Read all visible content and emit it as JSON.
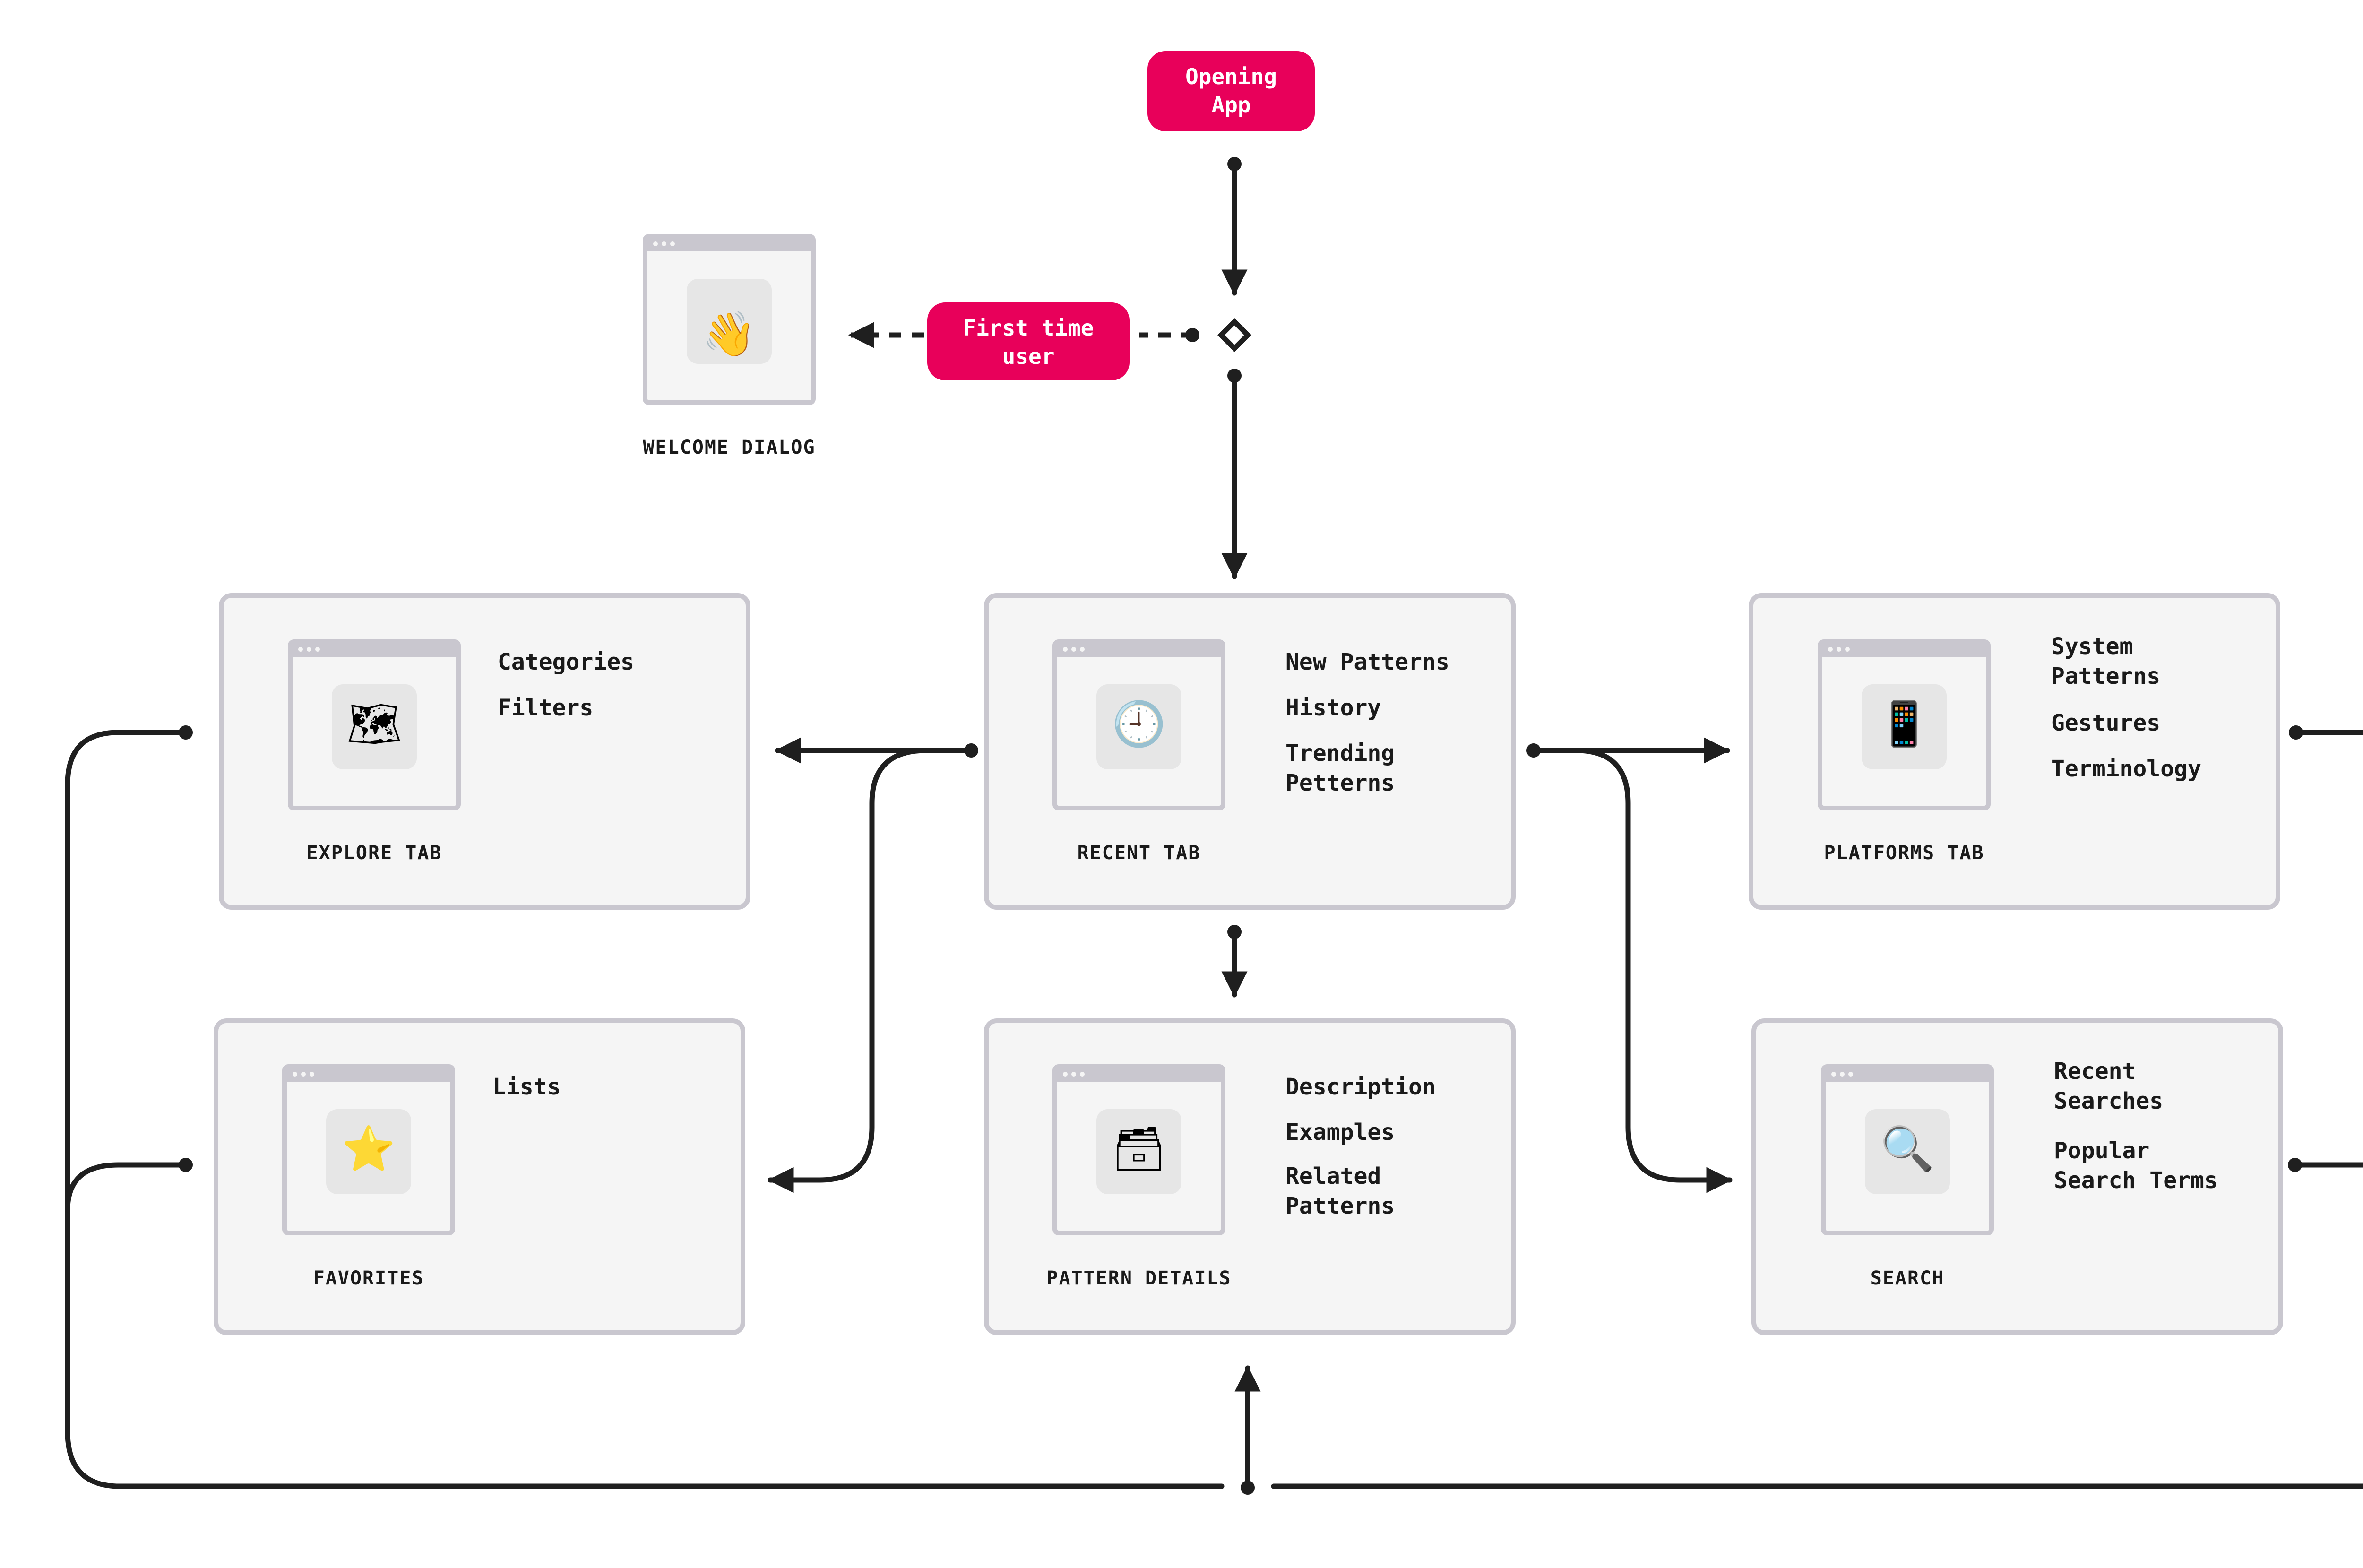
{
  "colors": {
    "accent": "#E8005A",
    "line": "#1f1f1f",
    "card_fill": "#F5F5F5",
    "card_border": "#C9C7CF",
    "window_bar": "#C9C7CF"
  },
  "start": {
    "label_line1": "Opening",
    "label_line2": "App"
  },
  "decision": {
    "label_line1": "First time",
    "label_line2": "user"
  },
  "welcome": {
    "caption": "WELCOME DIALOG",
    "icon": "waving-hand-icon",
    "glyph": "👋"
  },
  "screens": {
    "explore": {
      "caption": "EXPLORE TAB",
      "icon": "map-icon",
      "glyph": "🗺",
      "items": [
        "Categories",
        "Filters"
      ]
    },
    "recent": {
      "caption": "RECENT TAB",
      "icon": "clock-icon",
      "glyph": "🕘",
      "items": [
        "New Patterns",
        "History",
        "Trending",
        "Petterns"
      ]
    },
    "platforms": {
      "caption": "PLATFORMS TAB",
      "icon": "mobile-phone-icon",
      "glyph": "📱",
      "items": [
        "System",
        "Patterns",
        "Gestures",
        "Terminology"
      ]
    },
    "favorites": {
      "caption": "FAVORITES",
      "icon": "star-icon",
      "glyph": "⭐",
      "items": [
        "Lists"
      ]
    },
    "pattern_details": {
      "caption": "PATTERN DETAILS",
      "icon": "card-file-box-icon",
      "glyph": "🗃",
      "items": [
        "Description",
        "Examples",
        "Related",
        "Patterns"
      ]
    },
    "search": {
      "caption": "SEARCH",
      "icon": "magnifying-glass-icon",
      "glyph": "🔍",
      "items": [
        "Recent",
        "Searches",
        "Popular",
        "Search Terms"
      ]
    }
  }
}
